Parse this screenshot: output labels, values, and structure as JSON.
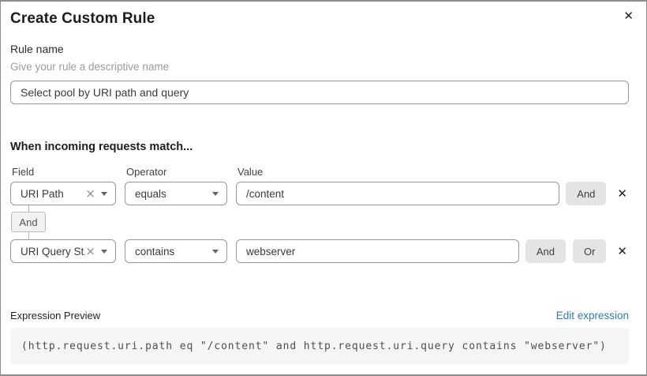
{
  "dialog": {
    "title": "Create Custom Rule"
  },
  "icons": {
    "close": "✕",
    "clear": "×",
    "delete": "✕",
    "caret": "chevron-down"
  },
  "rule_name": {
    "label": "Rule name",
    "helper": "Give your rule a descriptive name",
    "value": "Select pool by URI path and query"
  },
  "match": {
    "heading": "When incoming requests match...",
    "columns": {
      "field": "Field",
      "operator": "Operator",
      "value": "Value"
    },
    "connector": "And",
    "rows": [
      {
        "field": "URI Path",
        "operator": "equals",
        "value": "/content",
        "and_label": "And"
      },
      {
        "field": "URI Query St...",
        "operator": "contains",
        "value": "webserver",
        "and_label": "And",
        "or_label": "Or"
      }
    ]
  },
  "expression": {
    "label": "Expression Preview",
    "edit_link": "Edit expression",
    "code": "(http.request.uri.path eq \"/content\" and http.request.uri.query contains \"webserver\")"
  },
  "colors": {
    "link": "#2c7cb5",
    "button_bg": "#e4e4e4",
    "code_bg": "#f5f5f5"
  }
}
